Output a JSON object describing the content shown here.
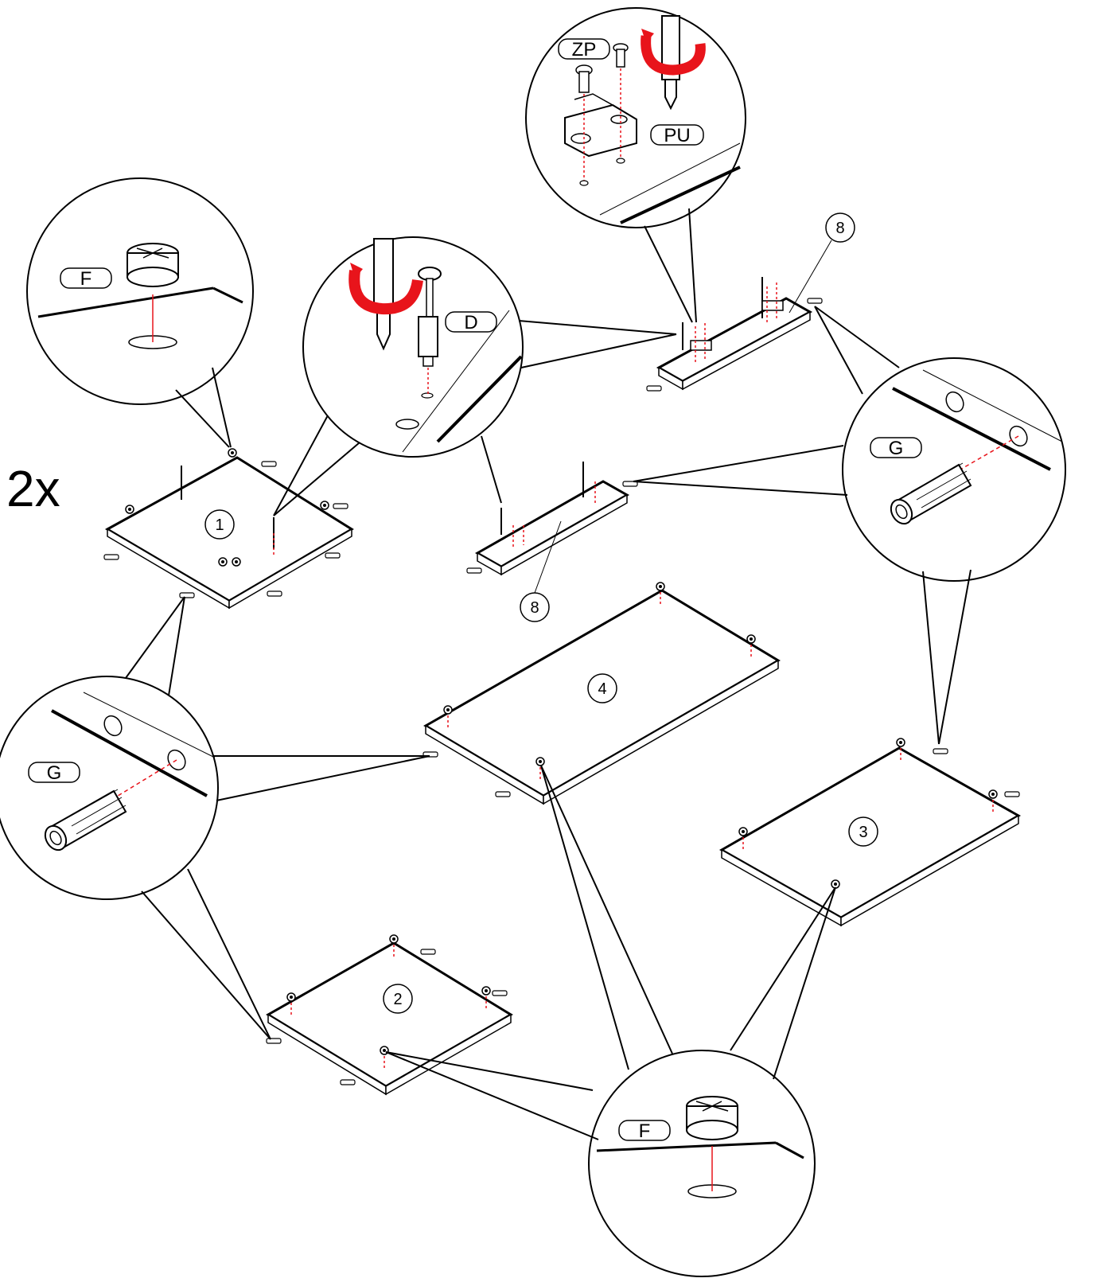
{
  "quantity": "2x",
  "parts": {
    "p1": "1",
    "p2": "2",
    "p3": "3",
    "p4": "4",
    "p8_top": "8",
    "p8_mid": "8"
  },
  "fittings": {
    "F_top": "F",
    "F_bottom": "F",
    "D": "D",
    "ZP": "ZP",
    "PU": "PU",
    "G_right": "G",
    "G_left": "G"
  },
  "colors": {
    "line": "#000000",
    "accent_red": "#e8141b"
  }
}
